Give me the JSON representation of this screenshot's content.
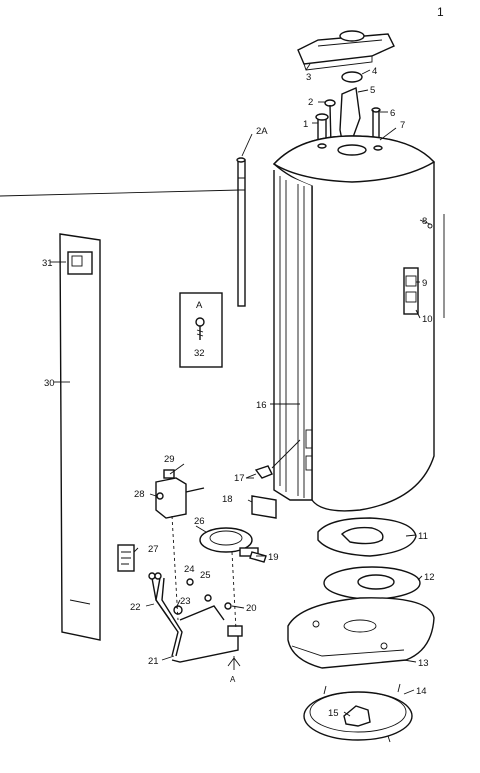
{
  "page_marker": "1",
  "callouts": {
    "p1": "1",
    "p2": "2",
    "p2a": "2A",
    "p3": "3",
    "p4": "4",
    "p5": "5",
    "p6": "6",
    "p7": "7",
    "p8": "8",
    "p9": "9",
    "p10": "10",
    "p11": "11",
    "p12": "12",
    "p13": "13",
    "p14": "14",
    "p15": "15",
    "p16": "16",
    "p17": "17",
    "p18": "18",
    "p19": "19",
    "p20": "20",
    "p21": "21",
    "p22": "22",
    "p23": "23",
    "p24": "24",
    "p25": "25",
    "p26": "26",
    "p27": "27",
    "p28": "28",
    "p29": "29",
    "p30": "30",
    "p31": "31"
  },
  "inset": {
    "letter": "A",
    "part": "32"
  },
  "ref_marker": "A"
}
